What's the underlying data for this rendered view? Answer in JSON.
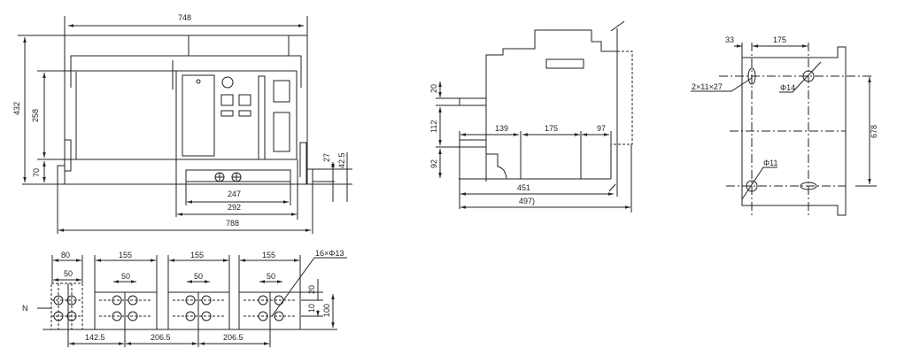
{
  "front_view": {
    "d748": "748",
    "d432": "432",
    "d258": "258",
    "d70": "70",
    "d27": "27",
    "d42_5": "42.5",
    "d247": "247",
    "d292": "292",
    "d788": "788"
  },
  "side_view": {
    "d20": "20",
    "d112": "112",
    "d92": "92",
    "d139": "139",
    "d175": "175",
    "d97": "97",
    "d451": "451",
    "d497": "497)"
  },
  "mounting_view": {
    "d33": "33",
    "d175": "175",
    "d678": "678",
    "slot": "2×11×27",
    "hole14": "Φ14",
    "hole11": "Φ11"
  },
  "terminal_view": {
    "n_label": "N",
    "d80": "80",
    "d50": "50",
    "d155": "155",
    "d142_5": "142.5",
    "d206_5": "206.5",
    "holes": "16×Φ13",
    "d20": "20",
    "d10": "10",
    "d100": "100"
  }
}
